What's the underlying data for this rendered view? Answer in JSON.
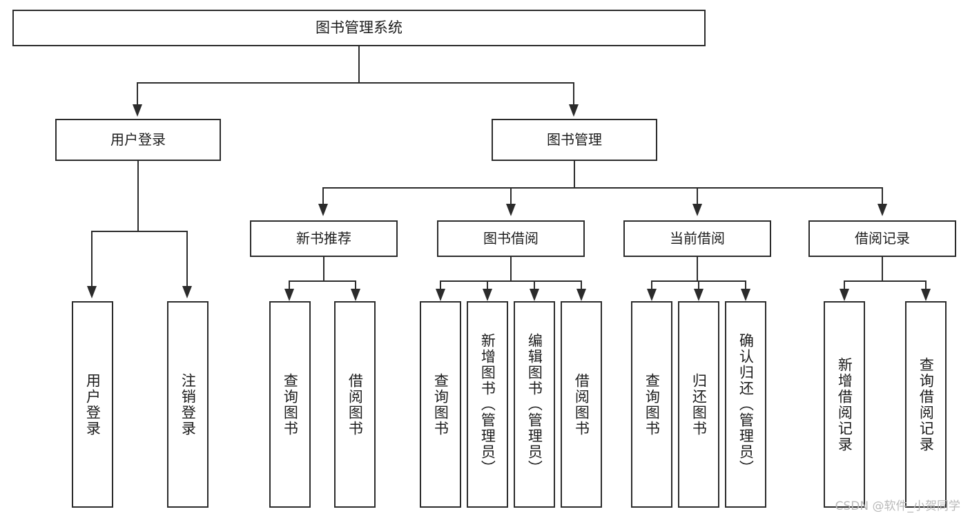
{
  "diagram": {
    "title": "图书管理系统",
    "type": "tree",
    "root": {
      "label": "图书管理系统",
      "children": [
        {
          "label": "用户登录",
          "children": [
            {
              "label": "用户登录"
            },
            {
              "label": "注销登录"
            }
          ]
        },
        {
          "label": "图书管理",
          "children": [
            {
              "label": "新书推荐",
              "children": [
                {
                  "label": "查询图书"
                },
                {
                  "label": "借阅图书"
                }
              ]
            },
            {
              "label": "图书借阅",
              "children": [
                {
                  "label": "查询图书"
                },
                {
                  "label": "新增图书（管理员）"
                },
                {
                  "label": "编辑图书（管理员）"
                },
                {
                  "label": "借阅图书"
                }
              ]
            },
            {
              "label": "当前借阅",
              "children": [
                {
                  "label": "查询图书"
                },
                {
                  "label": "归还图书"
                },
                {
                  "label": "确认归还（管理员）"
                }
              ]
            },
            {
              "label": "借阅记录",
              "children": [
                {
                  "label": "新增借阅记录"
                },
                {
                  "label": "查询借阅记录"
                }
              ]
            }
          ]
        }
      ]
    }
  },
  "nodes": {
    "root": "图书管理系统",
    "user_login": "用户登录",
    "book_manage": "图书管理",
    "new_book_rec": "新书推荐",
    "book_borrow": "图书借阅",
    "current_borrow": "当前借阅",
    "borrow_record": "借阅记录",
    "leaf_user_login": "用户登录",
    "leaf_logout": "注销登录",
    "leaf_query_book_1": "查询图书",
    "leaf_borrow_book_1": "借阅图书",
    "leaf_query_book_2": "查询图书",
    "leaf_add_book": "新增图书（管理员）",
    "leaf_edit_book": "编辑图书（管理员）",
    "leaf_borrow_book_2": "借阅图书",
    "leaf_query_book_3": "查询图书",
    "leaf_return_book": "归还图书",
    "leaf_confirm_return": "确认归还（管理员）",
    "leaf_add_record": "新增借阅记录",
    "leaf_query_record": "查询借阅记录"
  },
  "watermark": {
    "text": "CSDN @软件_小贺同学",
    "color": "#b9b9b9"
  },
  "style": {
    "line_color": "#2b2b2b",
    "box_fill": "#ffffff",
    "text_color": "#1c1c1c",
    "background": "#ffffff"
  }
}
